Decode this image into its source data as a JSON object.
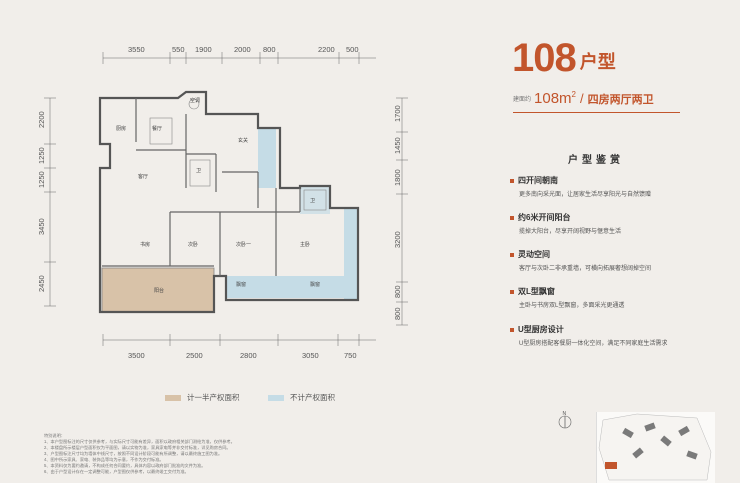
{
  "title": {
    "number": "108",
    "suffix": "户型"
  },
  "area": {
    "label": "建面约",
    "value": "108m",
    "unit_sup": "2",
    "separator": "/",
    "type": "四房两厅两卫"
  },
  "section_title": "户型鉴赏",
  "features": [
    {
      "title": "四开间朝南",
      "desc": "更多南向采光面，让居家生活尽享阳光与自然馈赠"
    },
    {
      "title": "约6米开间阳台",
      "desc": "揽掉大阳台，尽享开阔视野与惬意生活"
    },
    {
      "title": "灵动空间",
      "desc": "客厅与次卧二非承重墙，可横向拓展奢想阔掉空间"
    },
    {
      "title": "双L型飘窗",
      "desc": "主卧与书房双L型飘窗，多面采光更通透"
    },
    {
      "title": "U型厨房设计",
      "desc": "U型厨房搭配客餐厨一体化空间，满足不同家庭生活需求"
    }
  ],
  "legend": [
    {
      "label": "计一半产权面积",
      "color": "#d8c2a8"
    },
    {
      "label": "不计产权面积",
      "color": "#c5dce6"
    }
  ],
  "dimensions": {
    "top": [
      "3550",
      "550",
      "1900",
      "2000",
      "800",
      "2200",
      "500"
    ],
    "bottom": [
      "3500",
      "2500",
      "2800",
      "3050",
      "750"
    ],
    "left": [
      "2200",
      "1250",
      "1250",
      "3450",
      "2450"
    ],
    "right": [
      "1700",
      "1450",
      "1800",
      "3200",
      "800",
      "800"
    ]
  },
  "rooms": {
    "kitchen": "厨房",
    "dining": "餐厅",
    "living": "客厅",
    "balcony": "阳台",
    "study": "书房",
    "bedroom2": "次卧",
    "bedroom3": "次卧一",
    "master": "主卧",
    "bath1": "卫",
    "bath2": "卫",
    "bay1": "飘窗",
    "bay2": "飘窗",
    "ac": "空调",
    "entry": "玄关"
  },
  "north_label": "N",
  "notes": [
    "特别说明：",
    "1、本户型图标注的尺寸仅供参考，与实际尺寸可能有差异，面积以政府相关部门测绘为准，仅供参考。",
    "2、本楼盘所示楼层户型面积仅为平面图，请以实物为准，家具家电等并非交付标准，详见购房合同。",
    "3、户型图标注尺寸均为墙体中线尺寸，按照不同设计阶段可能有所调整，请以最终施工图为准。",
    "4、图中所示家具、家电、装饰品等均为示意，不作为交付标准。",
    "5、本资料仅为要约邀请，不构成任何合同要约，具体内容以政府部门批准的文件为准。",
    "6、由于户型设计存在一定调整可能，户型图仅供参考，以最终竣工交付为准。"
  ]
}
